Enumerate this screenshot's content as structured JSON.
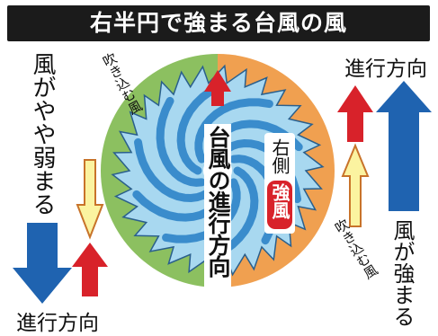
{
  "title": "右半円で強まる台風の風",
  "left": {
    "wind_label": "風がやや弱まる",
    "direction_label": "進行方向"
  },
  "right": {
    "wind_label": "風が強まる",
    "direction_label": "進行方向"
  },
  "center": {
    "label": "台風の進行方向",
    "right_side": "右側",
    "strong_wind": "強風"
  },
  "inflow": {
    "left": "吹き込む風",
    "right": "吹き込む風"
  },
  "colors": {
    "left_half": "#8cc060",
    "right_half": "#f0a050",
    "vortex_light": "#a8d8f0",
    "vortex_dark": "#3a8ccc",
    "red_arrow": "#d8222a",
    "blue_arrow": "#1f63b0",
    "yellow_arrow": "#fbf3a0"
  }
}
